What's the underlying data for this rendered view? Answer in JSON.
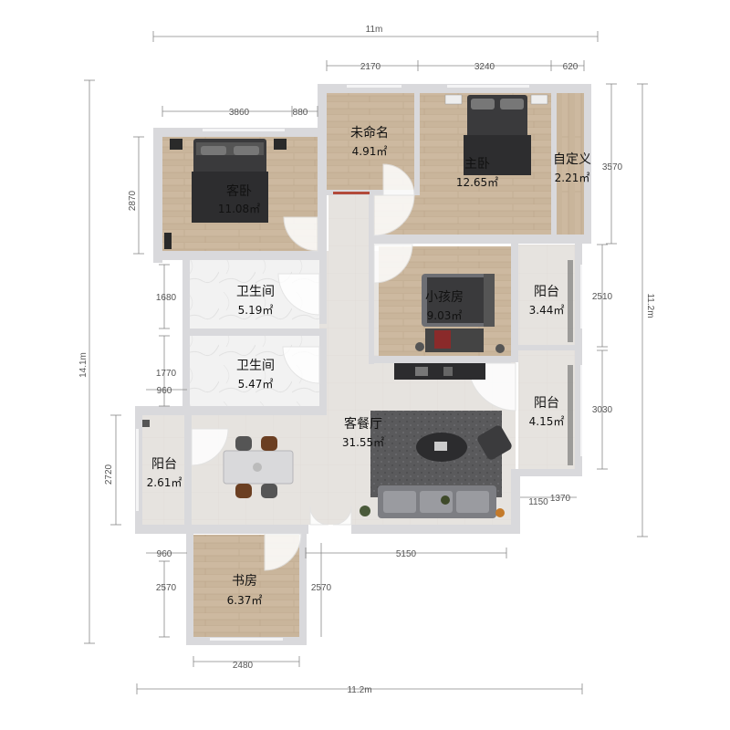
{
  "rooms": [
    {
      "key": "guest_bedroom",
      "name": "客卧",
      "area": "11.08㎡"
    },
    {
      "key": "unnamed",
      "name": "未命名",
      "area": "4.91㎡"
    },
    {
      "key": "master_bedroom",
      "name": "主卧",
      "area": "12.65㎡"
    },
    {
      "key": "custom",
      "name": "自定义",
      "area": "2.21㎡"
    },
    {
      "key": "bathroom_1",
      "name": "卫生间",
      "area": "5.19㎡"
    },
    {
      "key": "bathroom_2",
      "name": "卫生间",
      "area": "5.47㎡"
    },
    {
      "key": "kids_room",
      "name": "小孩房",
      "area": "9.03㎡"
    },
    {
      "key": "balcony_1",
      "name": "阳台",
      "area": "3.44㎡"
    },
    {
      "key": "balcony_2",
      "name": "阳台",
      "area": "4.15㎡"
    },
    {
      "key": "living_dining",
      "name": "客餐厅",
      "area": "31.55㎡"
    },
    {
      "key": "balcony_3",
      "name": "阳台",
      "area": "2.61㎡"
    },
    {
      "key": "study",
      "name": "书房",
      "area": "6.37㎡"
    }
  ],
  "dimensions": {
    "top_overall": "11m",
    "top_2170": "2170",
    "top_3240": "3240",
    "top_620": "620",
    "top_3860": "3860",
    "top_880": "880",
    "left_overall": "14.1m",
    "left_2870": "2870",
    "left_1680": "1680",
    "left_1770": "1770",
    "left_960_a": "960",
    "left_2720": "2720",
    "left_960_b": "960",
    "left_2570": "2570",
    "right_overall": "11.2m",
    "right_3570": "3570",
    "right_2510": "2510",
    "right_3030": "3030",
    "bottom_1150": "1150",
    "bottom_1370": "1370",
    "bottom_5150": "5150",
    "study_right_2570": "2570",
    "bottom_2480": "2480",
    "bottom_overall": "11.2m"
  }
}
